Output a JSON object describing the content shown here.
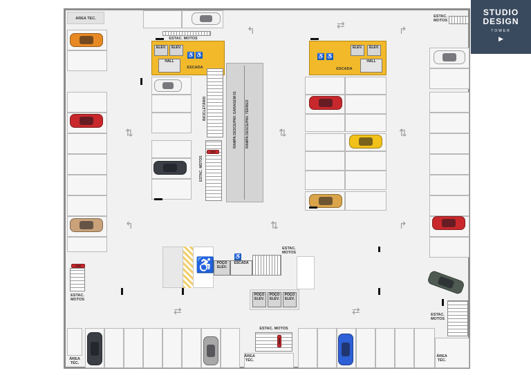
{
  "labels": {
    "area_tec": "ÁREA TÉC.",
    "area_tec_top": "AREA TEC.",
    "area_tec_2": "ÁREA\nTÉC.",
    "estac_motos": "ESTAC.\nMOTOS",
    "estac_motos_inline": "ESTAC. MOTOS",
    "elev": "ELEV.",
    "hall": "HALL",
    "escada": "ESCADA",
    "poco_elev": "POÇO\nELEV.",
    "bicicletario": "BICICLETÁRIO",
    "ramp_down": "RAMPA DESCE/PAV. GARAGEM 01",
    "ramp_up": "RAMPA DESCE/PAV. TÉRREO"
  },
  "logo": {
    "line1": "STUDIO",
    "line2": "DESIGN",
    "sub": "TOWER",
    "mark": "▶"
  },
  "icons": {
    "wheelchair": "wheelchair-icon",
    "arrow": "direction-arrow-icon",
    "logo": "studio-design-logo"
  },
  "colors": {
    "core": "#f2b92a",
    "orange_car": "#e88a24",
    "red_car": "#c8282c",
    "white_car": "#f2f2f2",
    "dark_car": "#3b3f45",
    "beige_car": "#c9a27a",
    "yellow_car": "#f2c21b",
    "gold_car": "#d9a44a",
    "blue_car": "#2d5fd6",
    "green_car": "#4e5a52",
    "silver_car": "#a8a8a8"
  }
}
